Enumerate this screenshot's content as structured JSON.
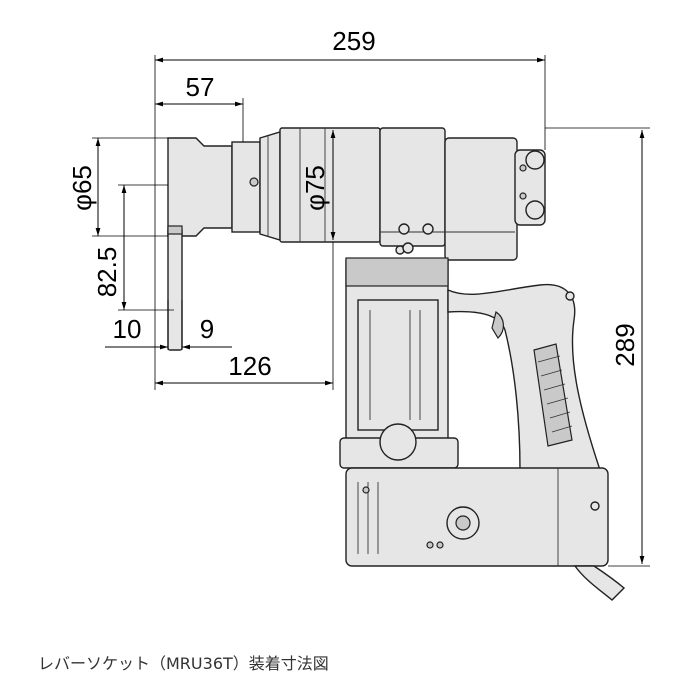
{
  "figure": {
    "caption": "レバーソケット（MRU36T）装着寸法図"
  },
  "dimensions": {
    "overall_length": "259",
    "socket_length": "57",
    "socket_diameter": "φ65",
    "body_diameter": "φ75",
    "lever_offset": "82.5",
    "lever_left": "10",
    "lever_right": "9",
    "lever_to_grip": "126",
    "overall_height": "289"
  }
}
